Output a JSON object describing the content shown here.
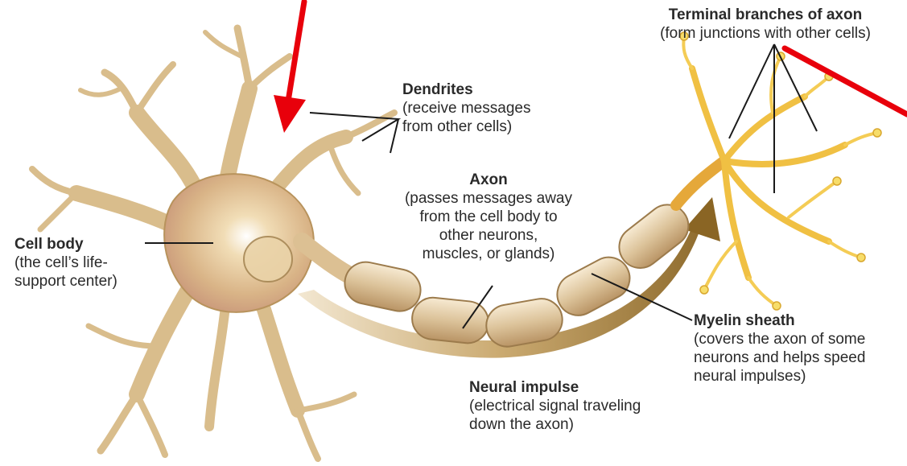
{
  "labels": {
    "terminal": {
      "title": "Terminal branches of axon",
      "desc": [
        "(form junctions with other cells)"
      ]
    },
    "dendrites": {
      "title": "Dendrites",
      "desc": [
        "(receive messages",
        "from other cells)"
      ]
    },
    "axon": {
      "title": "Axon",
      "desc": [
        "(passes messages away",
        "from the cell body to",
        "other neurons,",
        "muscles, or glands)"
      ]
    },
    "cell_body": {
      "title": "Cell body",
      "desc": [
        "(the cell’s life-",
        "support center)"
      ]
    },
    "myelin": {
      "title": "Myelin sheath",
      "desc": [
        "(covers the axon of some",
        "neurons and helps speed",
        "neural impulses)"
      ]
    },
    "impulse": {
      "title": "Neural impulse",
      "desc": [
        "(electrical signal traveling",
        "down the axon)"
      ]
    }
  },
  "colors": {
    "annotation_arrow": "#e8000b",
    "cell_fill": "#e9d2a6",
    "cell_stroke": "#b8935c",
    "terminal_fill": "#f4c84a",
    "impulse_arrow": "#b89454",
    "leader_line": "#1a1a1a"
  }
}
